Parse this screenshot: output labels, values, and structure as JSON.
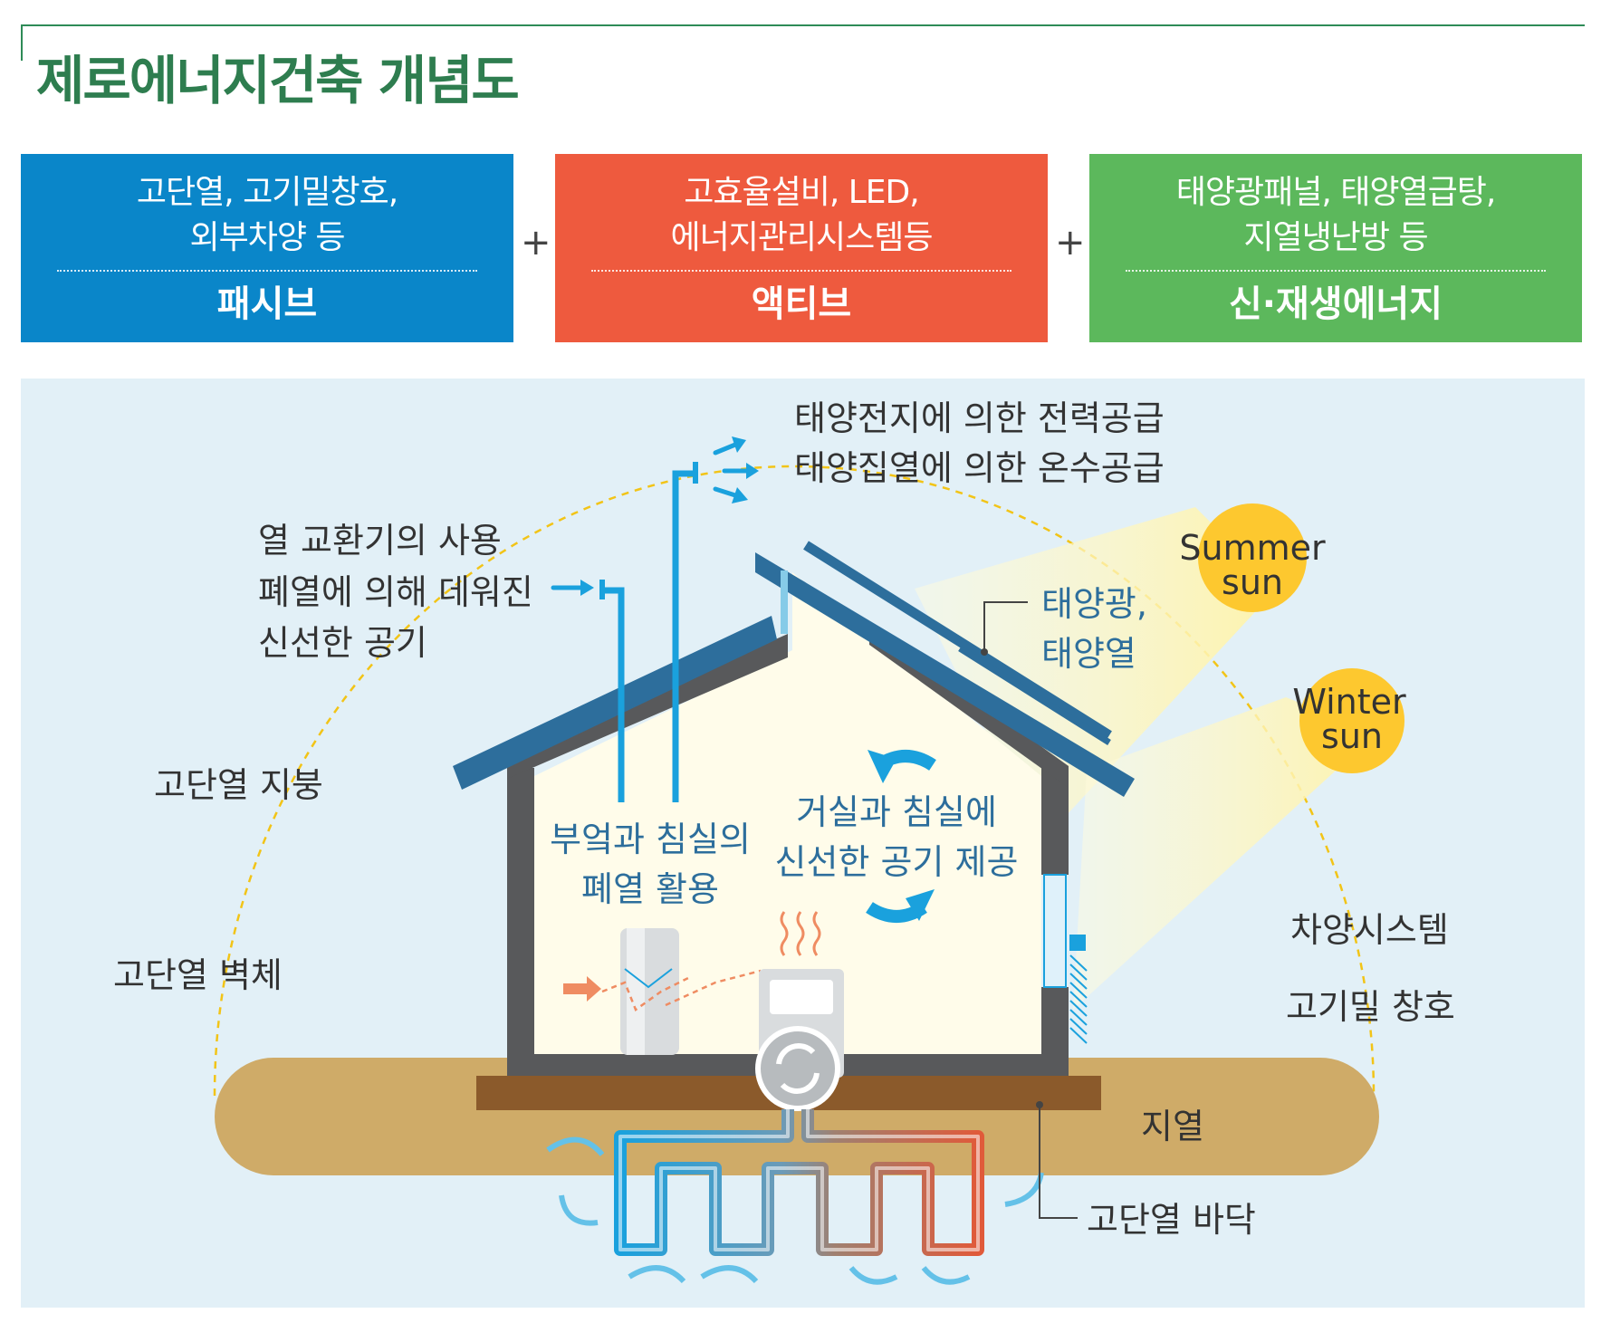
{
  "title": "제로에너지건축 개념도",
  "categories": [
    {
      "desc_line1": "고단열, 고기밀창호,",
      "desc_line2": "외부차양 등",
      "name": "패시브",
      "color": "#0a86c9"
    },
    {
      "desc_line1": "고효율설비, LED,",
      "desc_line2": "에너지관리시스템등",
      "name": "액티브",
      "color": "#ee5a3e"
    },
    {
      "desc_line1": "태양광패널, 태양열급탕,",
      "desc_line2": "지열냉난방 등",
      "name": "신·재생에너지",
      "color": "#5cb85c"
    }
  ],
  "plus_sign": "+",
  "labels": {
    "solar_supply_1": "태양전지에 의한 전력공급",
    "solar_supply_2": "태양집열에 의한 온수공급",
    "heat_exchanger_1": "열 교환기의 사용",
    "heat_exchanger_2": "폐열에 의해 데워진",
    "heat_exchanger_3": "신선한 공기",
    "summer_sun_1": "Summer",
    "summer_sun_2": "sun",
    "winter_sun_1": "Winter",
    "winter_sun_2": "sun",
    "solar_1": "태양광,",
    "solar_2": "태양열",
    "roof": "고단열 지붕",
    "wall": "고단열 벽체",
    "kitchen_1": "부엌과 침실의",
    "kitchen_2": "폐열 활용",
    "living_1": "거실과 침실에",
    "living_2": "신선한 공기 제공",
    "shading": "차양시스템",
    "window": "고기밀 창호",
    "geothermal": "지열",
    "floor": "고단열 바닥"
  }
}
